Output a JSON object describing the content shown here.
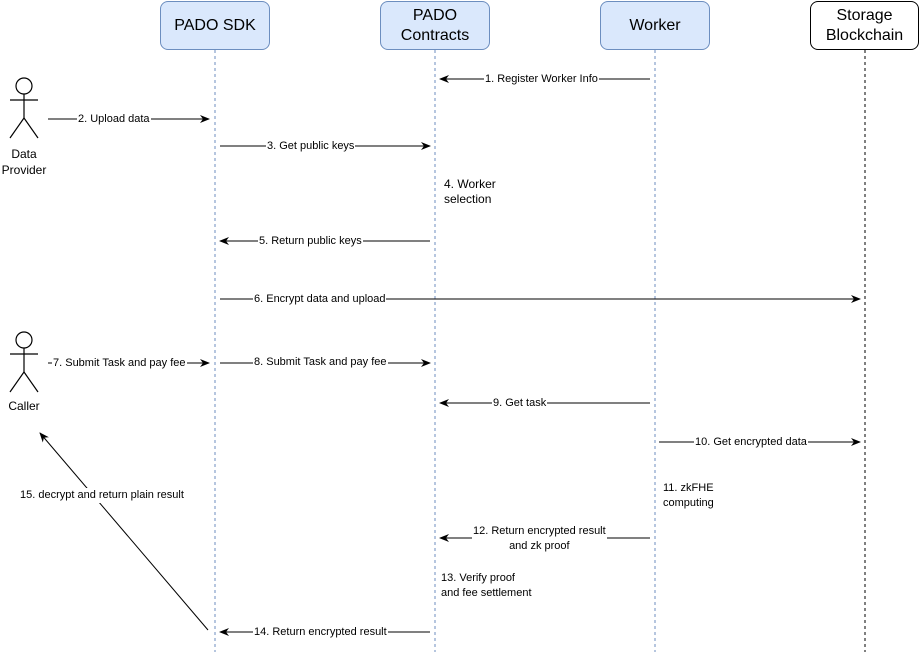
{
  "participants": {
    "sdk": "PADO SDK",
    "contracts": "PADO\nContracts",
    "worker": "Worker",
    "storage": "Storage\nBlockchain"
  },
  "actors": {
    "data_provider": "Data\nProvider",
    "caller": "Caller"
  },
  "messages": {
    "m1": "1. Register Worker Info",
    "m2": "2. Upload data",
    "m3": "3. Get public keys",
    "m5": "5. Return public keys",
    "m6": "6. Encrypt data and upload",
    "m7": "7. Submit Task and pay fee",
    "m8": "8. Submit Task and pay fee",
    "m9": "9. Get task",
    "m10": "10. Get encrypted data",
    "m12": "12. Return encrypted result\nand zk proof",
    "m14": "14. Return encrypted result",
    "m15": "15. decrypt and return plain result"
  },
  "notes": {
    "n4": "4. Worker\nselection",
    "n11": "11. zkFHE\ncomputing",
    "n13": "13. Verify proof\nand fee settlement"
  },
  "colors": {
    "participant_fill": "#dae8fc",
    "participant_border": "#6c8ebf",
    "lifeline": "#6c8ebf",
    "storage_lifeline": "#000000",
    "arrow": "#000000"
  }
}
